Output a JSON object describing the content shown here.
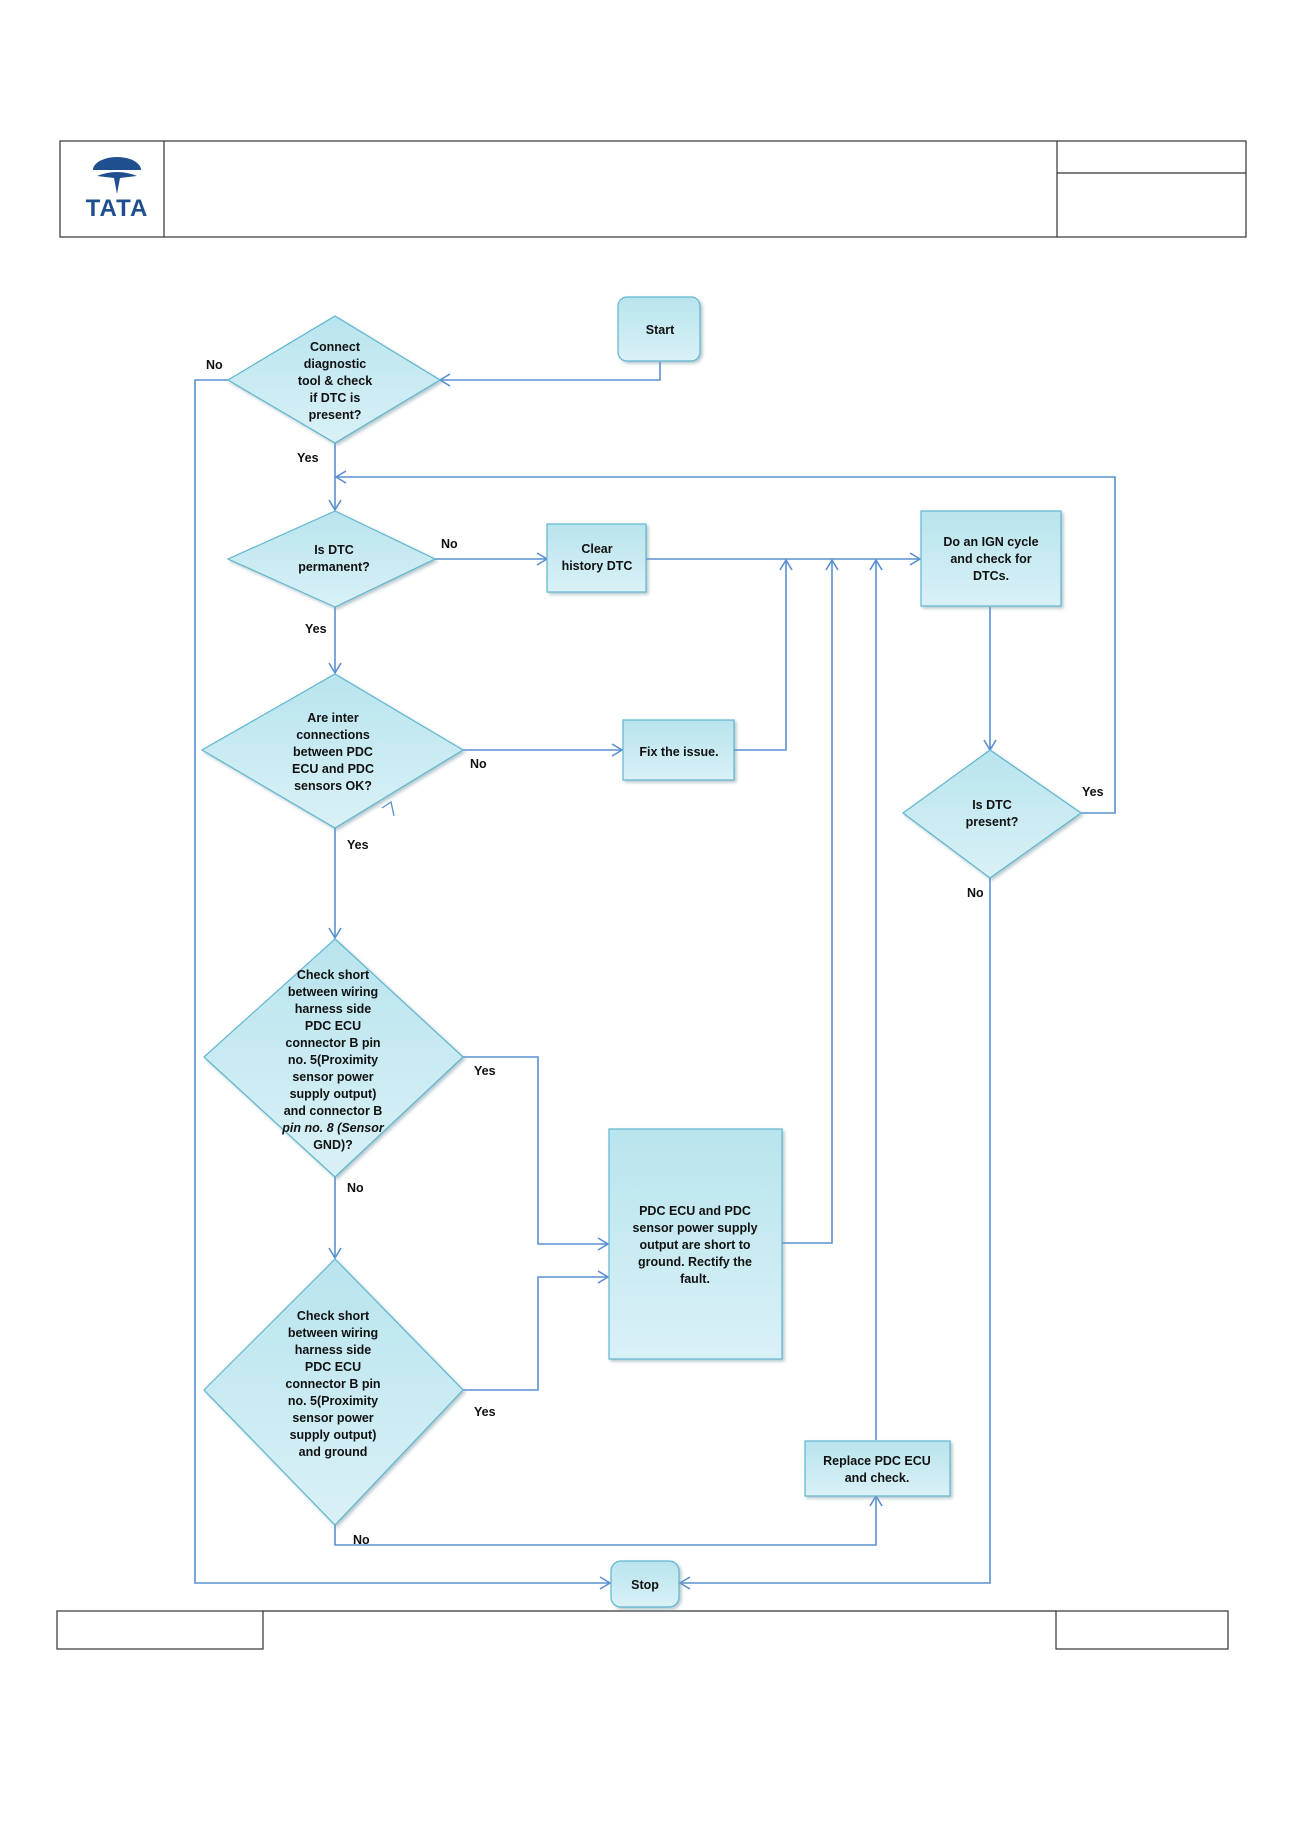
{
  "header": {
    "logo_text": "TATA",
    "brand_color": "#1f4f8f"
  },
  "colors": {
    "shape_fill": "#a8dce8",
    "shape_fill_light": "#d6eff5",
    "shape_stroke": "#5fb6cf",
    "connector": "#5a8fd0"
  },
  "nodes": {
    "start": "Start",
    "connect_tool": [
      "Connect",
      "diagnostic",
      "tool & check",
      "if DTC is",
      "present?"
    ],
    "dtc_permanent": [
      "Is DTC",
      "permanent?"
    ],
    "clear_history": [
      "Clear",
      "history DTC"
    ],
    "ign_cycle": [
      "Do an IGN cycle",
      "and check for",
      "DTCs."
    ],
    "interconnections": [
      "Are inter",
      "connections",
      "between PDC",
      "ECU and PDC",
      "sensors OK?"
    ],
    "fix_issue": [
      "Fix the issue."
    ],
    "dtc_present": [
      "Is DTC",
      "present?"
    ],
    "check_short_gnd_pin": [
      "Check short",
      "between wiring",
      "harness  side",
      "PDC ECU",
      "connector B pin",
      "no. 5(Proximity",
      "sensor power",
      "supply output)",
      "and connector B",
      "pin no. 8 (Sensor",
      "GND)?"
    ],
    "pdc_short": [
      "PDC ECU and PDC",
      "sensor power supply",
      "output are short to",
      "ground. Rectify  the",
      "fault."
    ],
    "check_short_ground": [
      "Check short",
      "between wiring",
      "harness  side",
      "PDC ECU",
      "connector B pin",
      "no. 5(Proximity",
      "sensor power",
      "supply output)",
      "and ground"
    ],
    "replace_ecu": [
      "Replace PDC  ECU",
      "and check."
    ],
    "stop": "Stop"
  },
  "edge_labels": {
    "connect_no": "No",
    "connect_yes": "Yes",
    "permanent_no": "No",
    "permanent_yes": "Yes",
    "inter_no": "No",
    "inter_yes": "Yes",
    "present_yes": "Yes",
    "present_no": "No",
    "short1_yes": "Yes",
    "short1_no": "No",
    "short2_yes": "Yes",
    "short2_no": "No"
  }
}
